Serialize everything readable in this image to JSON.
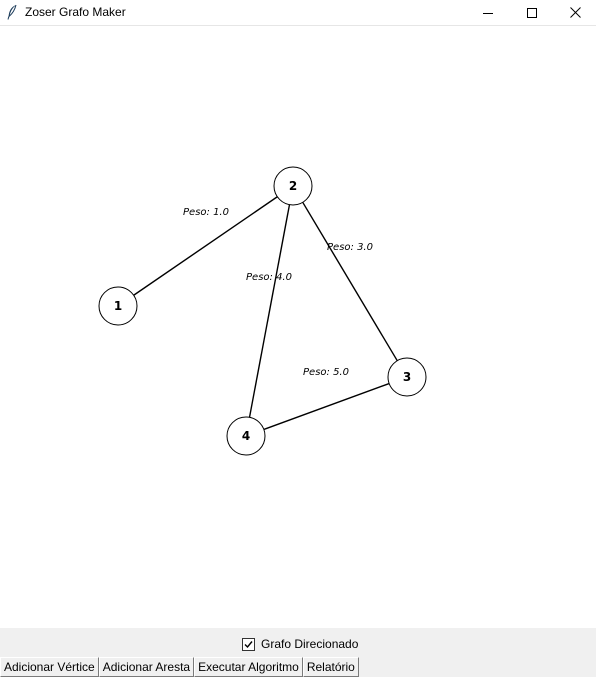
{
  "window": {
    "title": "Zoser Grafo Maker",
    "icon": "feather-icon",
    "controls": [
      "minimize-icon",
      "maximize-icon",
      "close-icon"
    ]
  },
  "graph": {
    "directed": true,
    "vertices": [
      {
        "id": "1",
        "label": "1"
      },
      {
        "id": "2",
        "label": "2"
      },
      {
        "id": "3",
        "label": "3"
      },
      {
        "id": "4",
        "label": "4"
      }
    ],
    "edges": [
      {
        "from": "1",
        "to": "2",
        "label": "Peso: 1.0",
        "weight": 1.0
      },
      {
        "from": "2",
        "to": "3",
        "label": "Peso: 3.0",
        "weight": 3.0
      },
      {
        "from": "2",
        "to": "4",
        "label": "Peso: 4.0",
        "weight": 4.0
      },
      {
        "from": "4",
        "to": "3",
        "label": "Peso: 5.0",
        "weight": 5.0
      }
    ]
  },
  "controls": {
    "directed_checkbox_label": "Grafo Direcionado",
    "directed_checked": true,
    "buttons": [
      {
        "id": "add-vertex",
        "label": "Adicionar Vértice"
      },
      {
        "id": "add-edge",
        "label": "Adicionar Aresta"
      },
      {
        "id": "run-algorithm",
        "label": "Executar Algoritmo"
      },
      {
        "id": "report",
        "label": "Relatório"
      }
    ]
  }
}
